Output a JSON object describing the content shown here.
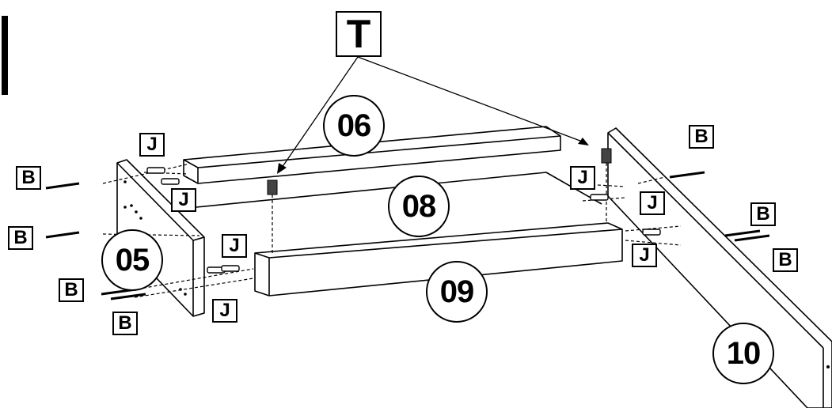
{
  "parts": {
    "p05": "05",
    "p06": "06",
    "p08": "08",
    "p09": "09",
    "p10": "10"
  },
  "hardware": {
    "tool": "T",
    "dowel": "J",
    "screw": "B"
  },
  "colors": {
    "line": "#000000",
    "background": "#ffffff"
  }
}
